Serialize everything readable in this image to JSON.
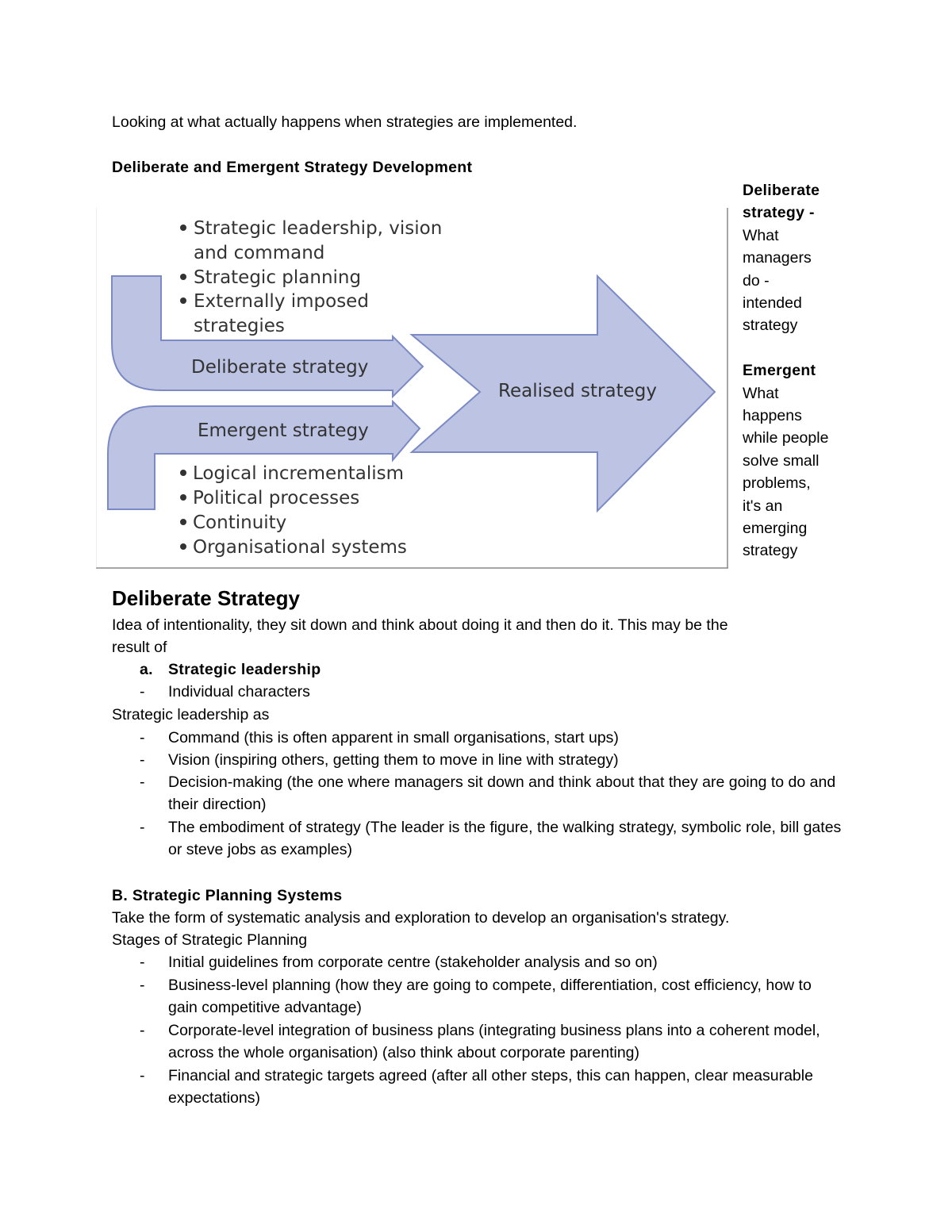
{
  "intro": "Looking at what actually happens when strategies are implemented.",
  "section_heading": "Deliberate and Emergent Strategy Development",
  "figure": {
    "top_bullets": [
      "Strategic leadership, vision",
      "and command",
      "Strategic planning",
      "Externally imposed",
      "strategies"
    ],
    "deliberate_label": "Deliberate strategy",
    "emergent_label": "Emergent strategy",
    "realised_label": "Realised strategy",
    "bottom_bullets": [
      "Logical incrementalism",
      "Political processes",
      "Continuity",
      "Organisational systems"
    ],
    "colors": {
      "fill": "#bcc3e3",
      "stroke": "#7b8ac4",
      "text": "#333333"
    }
  },
  "sidebar": {
    "deliberate_title_1": "Deliberate",
    "deliberate_title_2": "strategy -",
    "deliberate_lines": [
      "What",
      "managers",
      "do -",
      "intended",
      "strategy"
    ],
    "emergent_title": "Emergent",
    "emergent_lines": [
      "What",
      "happens",
      "while people",
      "solve small",
      "problems,",
      "it's an",
      "emerging",
      "strategy"
    ]
  },
  "deliberate": {
    "heading": "Deliberate Strategy",
    "intro": "Idea of intentionality, they sit down and think about doing it and then do it. This may be the",
    "intro_cont": "result of",
    "sub_a_marker": "a.",
    "sub_a_title": "Strategic leadership",
    "sub_a_item": "Individual characters",
    "leadership_as": "Strategic leadership as",
    "leadership_items": [
      "Command (this is often apparent in small organisations, start ups)",
      "Vision (inspiring others, getting them to move in line with strategy)",
      "Decision-making (the one where managers sit down and think about that they are going to do and their direction)",
      "The embodiment of strategy (The leader is the figure, the walking strategy, symbolic role, bill gates or steve jobs as examples)"
    ]
  },
  "planning": {
    "heading": "B. Strategic Planning Systems",
    "intro": "Take the form of systematic analysis and exploration to develop an organisation's strategy.",
    "stages_label": "Stages of Strategic Planning",
    "stages": [
      "Initial guidelines from corporate centre (stakeholder analysis and so on)",
      "Business-level planning (how they are going to compete, differentiation, cost efficiency, how to gain competitive advantage)",
      "Corporate-level integration of business plans (integrating business plans into a coherent model, across the whole organisation) (also think about corporate parenting)",
      "Financial and strategic targets agreed (after all other steps, this can happen, clear measurable expectations)"
    ]
  },
  "dash": "-"
}
